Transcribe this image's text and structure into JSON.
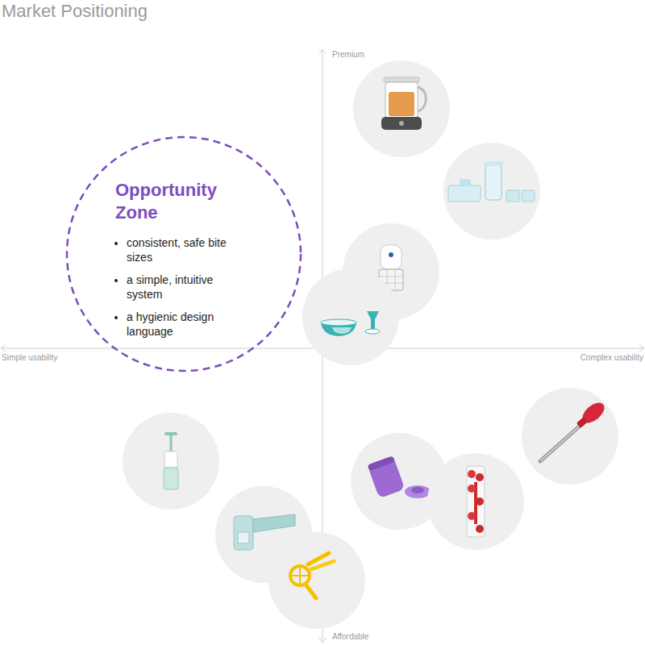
{
  "diagram": {
    "title": "Market Positioning",
    "nodes": [
      {
        "text": [
          "Opportunity Zone",
          "consistent, safe bite sizes",
          "a simple, intuitive system",
          "a hygienic design language"
        ]
      }
    ],
    "labels": [
      "Premium",
      "Simple usability",
      "Complex usability",
      "Affordable"
    ]
  }
}
